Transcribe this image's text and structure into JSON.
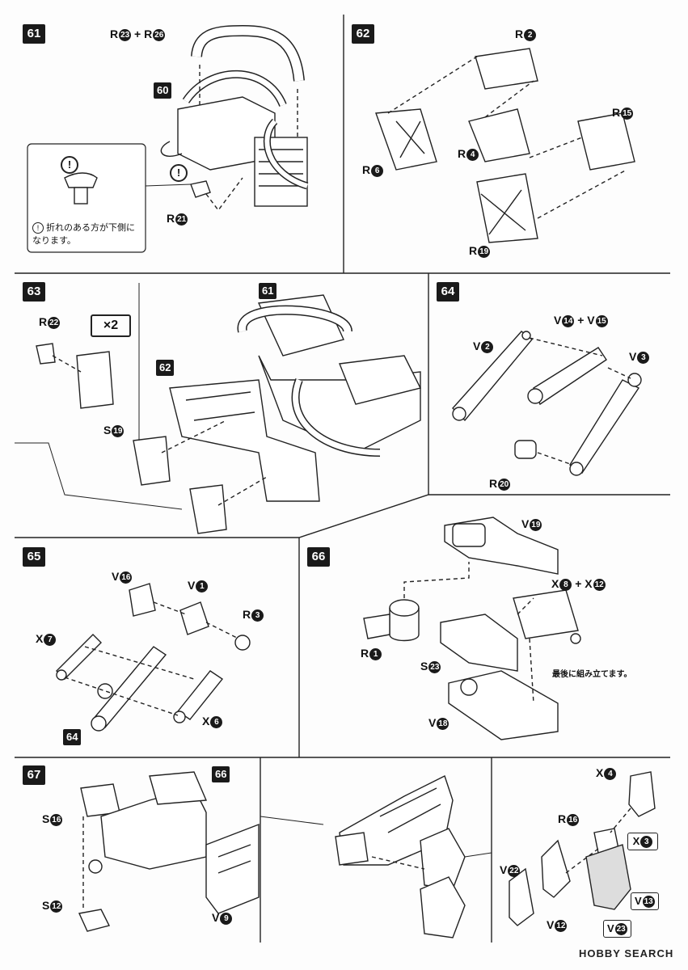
{
  "steps": {
    "s61": {
      "num": "61",
      "sub": "60",
      "label_top": "R",
      "label_top_a": "23",
      "label_top_plus": "+ R",
      "label_top_b": "26",
      "label_part": "R",
      "label_part_n": "21",
      "note_mark": "!",
      "note": "折れのある方が下側に",
      "note2": "なります。"
    },
    "s62": {
      "num": "62",
      "labels": [
        {
          "l": "R",
          "n": "2"
        },
        {
          "l": "R",
          "n": "6"
        },
        {
          "l": "R",
          "n": "4"
        },
        {
          "l": "R",
          "n": "15"
        },
        {
          "l": "R",
          "n": "19"
        }
      ]
    },
    "s63": {
      "num": "63",
      "multiplier": "×2",
      "sub61": "61",
      "sub62": "62",
      "labels": [
        {
          "l": "R",
          "n": "22"
        },
        {
          "l": "S",
          "n": "19"
        }
      ]
    },
    "s64": {
      "num": "64",
      "labels": [
        {
          "l": "V",
          "n": "2"
        },
        {
          "l": "V",
          "n": "14"
        },
        {
          "plus": "+ V"
        },
        {
          "l": "V",
          "n": "15"
        },
        {
          "l": "V",
          "n": "3"
        },
        {
          "l": "R",
          "n": "20"
        }
      ]
    },
    "s65": {
      "num": "65",
      "sub": "64",
      "labels": [
        {
          "l": "V",
          "n": "16"
        },
        {
          "l": "V",
          "n": "1"
        },
        {
          "l": "R",
          "n": "3"
        },
        {
          "l": "X",
          "n": "7"
        },
        {
          "l": "X",
          "n": "6"
        }
      ]
    },
    "s66": {
      "num": "66",
      "labels": [
        {
          "l": "V",
          "n": "19"
        },
        {
          "l": "X",
          "n": "8"
        },
        {
          "plus": "+ X"
        },
        {
          "l": "X",
          "n": "12"
        },
        {
          "l": "R",
          "n": "1"
        },
        {
          "l": "S",
          "n": "23"
        },
        {
          "l": "V",
          "n": "18"
        }
      ],
      "note": "最後に組み立てます。"
    },
    "s67": {
      "num": "67",
      "sub": "66",
      "multiplier": "X",
      "multiplier_n": "3",
      "labels": [
        {
          "l": "S",
          "n": "16"
        },
        {
          "l": "S",
          "n": "12"
        },
        {
          "l": "V",
          "n": "9"
        },
        {
          "l": "X",
          "n": "4"
        },
        {
          "l": "R",
          "n": "16"
        },
        {
          "l": "V",
          "n": "22"
        },
        {
          "l": "V",
          "n": "12"
        },
        {
          "l": "V",
          "n": "13"
        },
        {
          "l": "V",
          "n": "23"
        }
      ]
    }
  },
  "footer": {
    "logo": "HOBBY SEARCH"
  }
}
